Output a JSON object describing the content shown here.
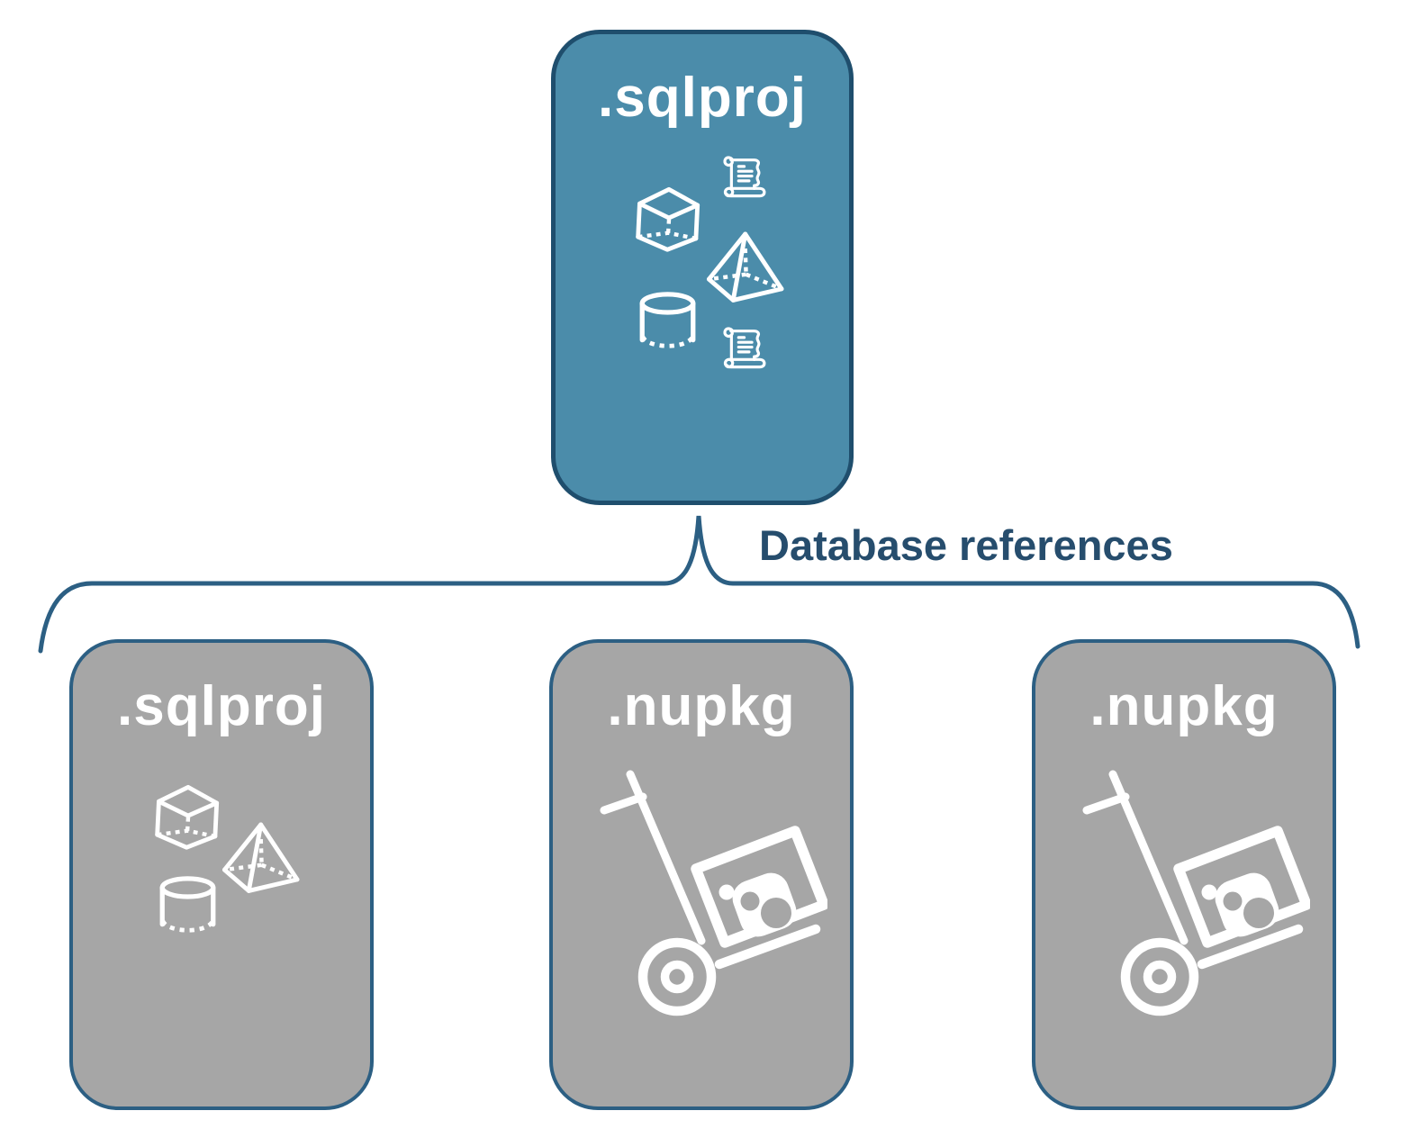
{
  "root_card": {
    "title": ".sqlproj",
    "icons": [
      "script-scroll",
      "cube",
      "pyramid",
      "cylinder",
      "script-scroll"
    ]
  },
  "connector": {
    "type": "curly-brace",
    "label": "Database references"
  },
  "child_cards": [
    {
      "title": ".sqlproj",
      "icons": [
        "cube",
        "pyramid",
        "cylinder"
      ]
    },
    {
      "title": ".nupkg",
      "icons": [
        "hand-truck-package"
      ]
    },
    {
      "title": ".nupkg",
      "icons": [
        "hand-truck-package"
      ]
    }
  ],
  "colors": {
    "root_fill": "#4b8caa",
    "root_border": "#1f4e6d",
    "child_fill": "#a6a6a6",
    "child_border": "#2c5f83",
    "brace_stroke": "#2c5f83",
    "label_text": "#264d6d",
    "icon": "#ffffff"
  }
}
